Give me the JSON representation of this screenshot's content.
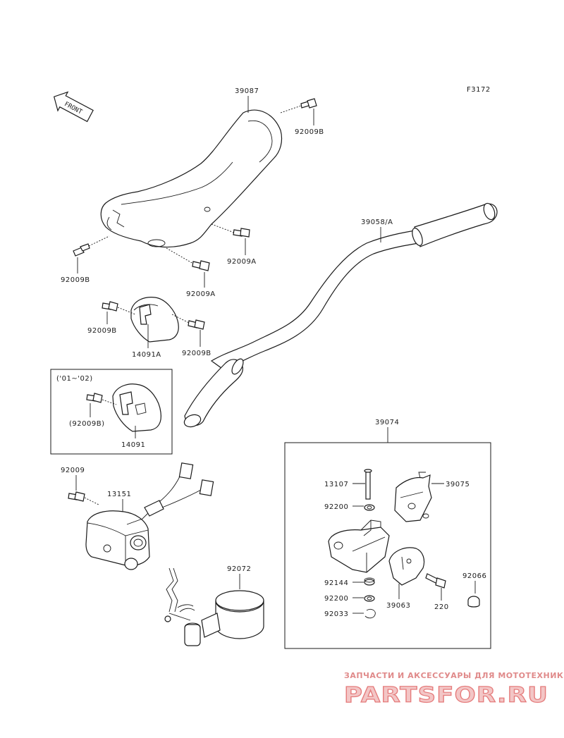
{
  "diagram_code": "F3172",
  "front_label": "FRONT",
  "variant_box_label": "('01~'02)",
  "parts": {
    "p39087": "39087",
    "p92009b_top": "92009B",
    "p92009b_left": "92009B",
    "p92009a_1": "92009A",
    "p92009a_2": "92009A",
    "p39058a": "39058/A",
    "p92009b_cover_left": "92009B",
    "p92009b_cover_right": "92009B",
    "p14091a": "14091A",
    "p92009b_paren": "(92009B)",
    "p14091": "14091",
    "p92009": "92009",
    "p13151": "13151",
    "p92072": "92072",
    "p39074": "39074",
    "p13107": "13107",
    "p39075": "39075",
    "p92200_1": "92200",
    "p92144": "92144",
    "p92200_2": "92200",
    "p92033": "92033",
    "p39063": "39063",
    "p220": "220",
    "p92066": "92066"
  },
  "watermark": {
    "tagline": "ЗАПЧАСТИ И АКСЕССУАРЫ ДЛЯ МОТОТЕХНИКИ",
    "logo": "PARTSFOR.RU"
  },
  "colors": {
    "line": "#1a1a1a",
    "watermark_fill": "#f3c6c6",
    "watermark_stroke": "#e57c7c"
  }
}
